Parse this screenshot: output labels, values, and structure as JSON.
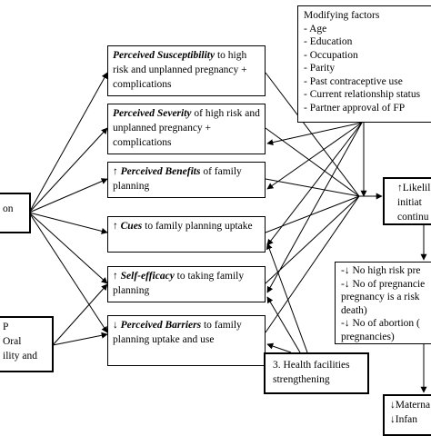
{
  "modifying_factors": {
    "title": "Modifying factors",
    "items": [
      "- Age",
      "- Education",
      "- Occupation",
      "- Parity",
      "- Past contraceptive use",
      "- Current relationship status",
      "- Partner approval of FP"
    ]
  },
  "perceptions": [
    {
      "prefix": "",
      "emph": "Perceived Susceptibility",
      "rest": " to high risk and unplanned pregnancy + complications"
    },
    {
      "prefix": "",
      "emph": "Perceived Severity",
      "rest": " of high risk and unplanned pregnancy + complications"
    },
    {
      "prefix": "↑ ",
      "emph": "Perceived Benefits",
      "rest": " of family planning"
    },
    {
      "prefix": "↑ ",
      "emph": "Cues",
      "rest": " to family planning uptake"
    },
    {
      "prefix": "↑ ",
      "emph": "Self-efficacy",
      "rest": " to taking family planning"
    },
    {
      "prefix": "↓ ",
      "emph": "Perceived Barriers",
      "rest": " to family planning uptake and use"
    }
  ],
  "left_box_top": {
    "text": "on"
  },
  "left_box_bottom": {
    "lines": [
      "P",
      "Oral",
      "ility and"
    ]
  },
  "health_facilities": {
    "lines": [
      "3. Health facilities",
      "strengthening"
    ]
  },
  "likelihood": {
    "lines": [
      "↑Likelil",
      "initiat",
      "continu"
    ]
  },
  "outcomes_mid": {
    "lines": [
      "-↓ No high risk pre",
      "-↓ No of pregnancie",
      "pregnancy is a risk",
      "death)",
      "-↓ No of abortion (",
      "pregnancies)"
    ]
  },
  "outcomes_bottom": {
    "lines": [
      "↓Materna",
      "↓Infan"
    ]
  }
}
